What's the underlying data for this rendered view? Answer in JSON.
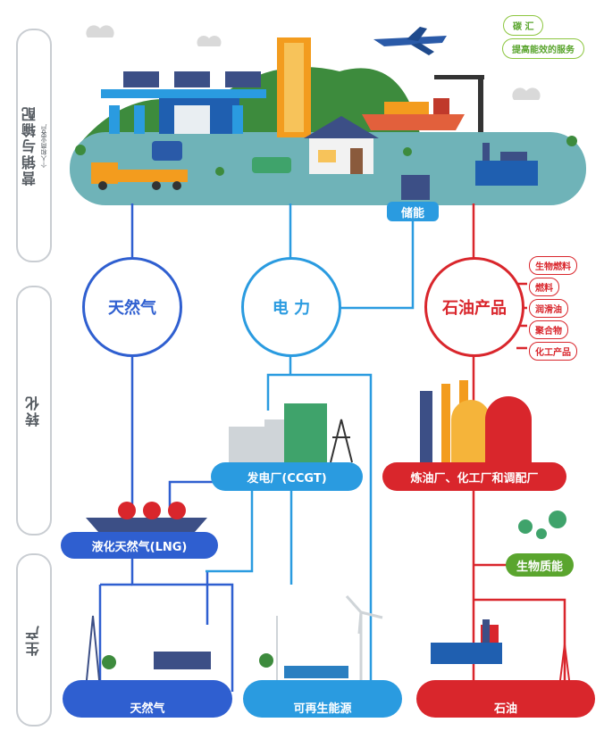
{
  "stages": {
    "marketing": "营销与输配",
    "marketing_sub": "个人和商业客户",
    "conversion": "转化",
    "production": "生产"
  },
  "top_tags": [
    "碳 汇",
    "提高能效的服务"
  ],
  "storage_label": "储能",
  "circles": {
    "gas": "天然气",
    "power": "电  力",
    "oil": "石油产品"
  },
  "oil_products": [
    "生物燃料",
    "燃料",
    "润滑油",
    "聚合物",
    "化工产品"
  ],
  "facilities": {
    "power_plant": "发电厂(CCGT)",
    "refinery": "炼油厂、化工厂和调配厂",
    "lng": "液化天然气(LNG)",
    "biomass": "生物质能"
  },
  "sources": {
    "gas": "天然气",
    "renewable": "可再生能源",
    "oil": "石油"
  },
  "colors": {
    "gas_blue": "#2f5fd0",
    "power_blue": "#2a9be0",
    "oil_red": "#d9262c",
    "bio_green": "#5aa52e",
    "teal_land": "#6fb3b8"
  }
}
